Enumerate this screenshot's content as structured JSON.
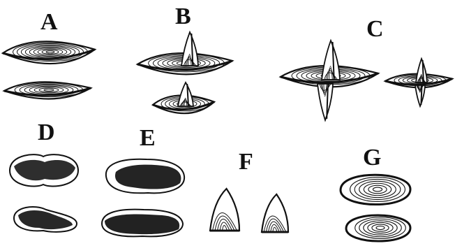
{
  "plate": {
    "paper_color": "#ffffff",
    "ink_color": "#111111",
    "figures": [
      {
        "letter": "A"
      },
      {
        "letter": "B"
      },
      {
        "letter": "C"
      },
      {
        "letter": "D"
      },
      {
        "letter": "E"
      },
      {
        "letter": "F"
      },
      {
        "letter": "G"
      }
    ]
  }
}
